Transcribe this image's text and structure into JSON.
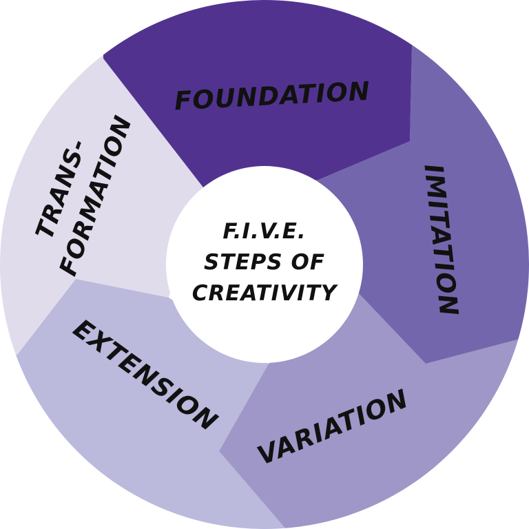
{
  "center": {
    "lines": [
      "F.I.V.E.",
      "STEPS OF",
      "CREATIVITY"
    ]
  },
  "segments": [
    {
      "id": "foundation",
      "label_lines": [
        "FOUNDATION"
      ],
      "color": "#51338f"
    },
    {
      "id": "imitation",
      "label_lines": [
        "IMITATION"
      ],
      "color": "#7466ad"
    },
    {
      "id": "variation",
      "label_lines": [
        "VARIATION"
      ],
      "color": "#9e97c7"
    },
    {
      "id": "extension",
      "label_lines": [
        "EXTENSION"
      ],
      "color": "#bbb9dc"
    },
    {
      "id": "transformation",
      "label_lines": [
        "TRANS-",
        "FORMATION"
      ],
      "color": "#e0dcec"
    }
  ],
  "center_color": "#ffffff"
}
